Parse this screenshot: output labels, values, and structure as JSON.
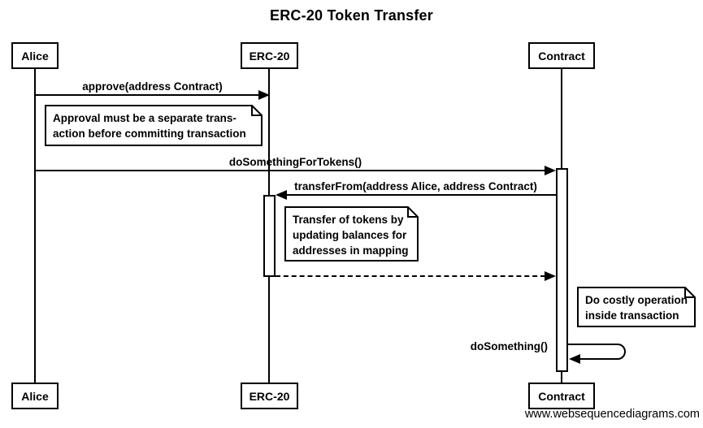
{
  "diagram": {
    "title": "ERC-20 Token Transfer",
    "watermark": "www.websequencediagrams.com",
    "colors": {
      "line": "#000000",
      "background": "#ffffff"
    }
  },
  "actors": [
    {
      "id": "alice",
      "label": "Alice"
    },
    {
      "id": "erc20",
      "label": "ERC-20"
    },
    {
      "id": "contract",
      "label": "Contract"
    }
  ],
  "messages": [
    {
      "id": "approve",
      "label": "approve(address Contract)",
      "from": "Alice",
      "to": "ERC-20",
      "style": "solid"
    },
    {
      "id": "do-something-for-tokens",
      "label": "doSomethingForTokens()",
      "from": "Alice",
      "to": "Contract",
      "style": "solid"
    },
    {
      "id": "transfer-from",
      "label": "transferFrom(address Alice, address Contract)",
      "from": "Contract",
      "to": "ERC-20",
      "style": "solid"
    },
    {
      "id": "return",
      "label": "",
      "from": "ERC-20",
      "to": "Contract",
      "style": "dashed"
    },
    {
      "id": "do-something",
      "label": "doSomething()",
      "from": "Contract",
      "to": "Contract",
      "style": "self"
    }
  ],
  "notes": [
    {
      "id": "approval-note",
      "lines": [
        "Approval must be a separate trans-",
        "action before committing transaction"
      ]
    },
    {
      "id": "transfer-note",
      "lines": [
        "Transfer of tokens by",
        "updating balances for",
        "addresses in mapping"
      ]
    },
    {
      "id": "costly-note",
      "lines": [
        "Do costly operation",
        "inside transaction"
      ]
    }
  ]
}
